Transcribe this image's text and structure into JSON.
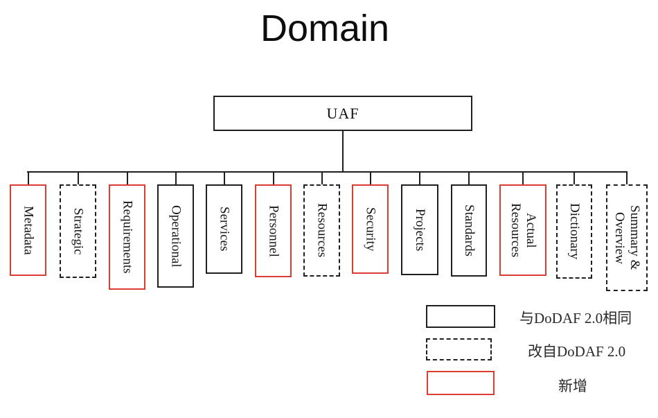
{
  "title": "Domain",
  "root": {
    "label": "UAF"
  },
  "tree": {
    "nodes": [
      {
        "label": "Metadata",
        "category": "new"
      },
      {
        "label": "Strategic",
        "category": "adapted"
      },
      {
        "label": "Requirements",
        "category": "new"
      },
      {
        "label": "Operational",
        "category": "same"
      },
      {
        "label": "Services",
        "category": "same"
      },
      {
        "label": "Personnel",
        "category": "new"
      },
      {
        "label": "Resources",
        "category": "adapted"
      },
      {
        "label": "Security",
        "category": "new"
      },
      {
        "label": "Projects",
        "category": "same"
      },
      {
        "label": "Standards",
        "category": "same"
      },
      {
        "label": "Actual\nResources",
        "category": "new"
      },
      {
        "label": "Dictionary",
        "category": "adapted"
      },
      {
        "label": "Summary &\nOverview",
        "category": "adapted"
      }
    ]
  },
  "legend": {
    "items": [
      {
        "swatch": "solid-black",
        "meaning": "same",
        "label": "与DoDAF 2.0相同"
      },
      {
        "swatch": "dashed-black",
        "meaning": "adapted",
        "label": "改自DoDAF 2.0"
      },
      {
        "swatch": "solid-red",
        "meaning": "new",
        "label": "新增"
      }
    ]
  },
  "colors": {
    "line": "#1f1f1f",
    "new_accent": "#dc3b32",
    "background": "#ffffff"
  }
}
